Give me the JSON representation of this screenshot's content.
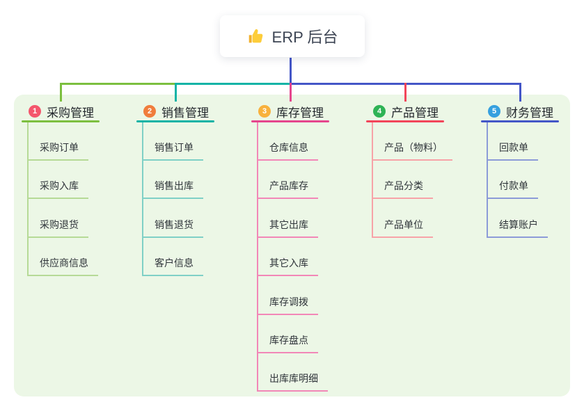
{
  "root": {
    "label": "ERP 后台",
    "icon": "thumbs-up"
  },
  "canvas": {
    "background": "#ffffff",
    "panel_background": "#ecf7e6"
  },
  "connector": {
    "trunk_color": "#4456c7"
  },
  "branches": [
    {
      "number": "1",
      "title": "采购管理",
      "badge_color": "#f4566c",
      "accent": "#7cbf3f",
      "light": "#b6da96",
      "items": [
        "采购订单",
        "采购入库",
        "采购退货",
        "供应商信息"
      ]
    },
    {
      "number": "2",
      "title": "销售管理",
      "badge_color": "#f07d3c",
      "accent": "#10b3a6",
      "light": "#7fd0c6",
      "items": [
        "销售订单",
        "销售出库",
        "销售退货",
        "客户信息"
      ]
    },
    {
      "number": "3",
      "title": "库存管理",
      "badge_color": "#f8b13d",
      "accent": "#e5458d",
      "light": "#f287b7",
      "items": [
        "仓库信息",
        "产品库存",
        "其它出库",
        "其它入库",
        "库存调拨",
        "库存盘点",
        "出库库明细"
      ]
    },
    {
      "number": "4",
      "title": "产品管理",
      "badge_color": "#2eb355",
      "accent": "#f2455a",
      "light": "#f7a3a8",
      "items": [
        "产品（物料）",
        "产品分类",
        "产品单位"
      ]
    },
    {
      "number": "5",
      "title": "财务管理",
      "badge_color": "#36a0df",
      "accent": "#4456c7",
      "light": "#8c9bd8",
      "items": [
        "回款单",
        "付款单",
        "结算账户"
      ]
    }
  ]
}
